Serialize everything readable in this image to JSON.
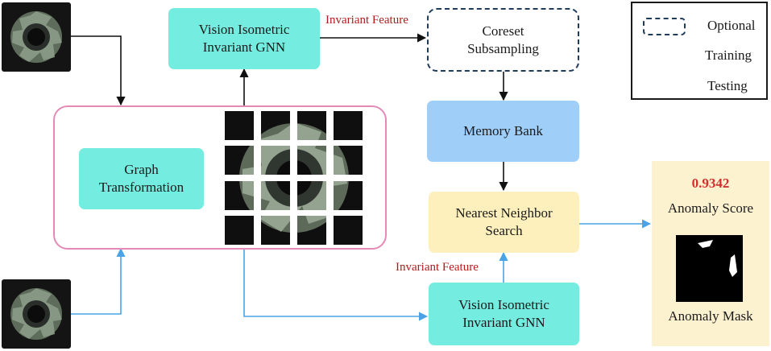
{
  "nodes": {
    "vig_top": {
      "line1": "Vision Isometric",
      "line2": "Invariant GNN"
    },
    "coreset": {
      "line1": "Coreset",
      "line2": "Subsampling"
    },
    "memory_bank": {
      "label": "Memory Bank"
    },
    "nns": {
      "line1": "Nearest Neighbor",
      "line2": "Search"
    },
    "graph_transformation": {
      "line1": "Graph",
      "line2": "Transformation"
    },
    "vig_bottom": {
      "line1": "Vision Isometric",
      "line2": "Invariant GNN"
    }
  },
  "edge_labels": {
    "top": "Invariant Feature",
    "bottom": "Invariant Feature"
  },
  "legend": {
    "optional": "Optional",
    "training": "Training",
    "testing": "Testing"
  },
  "output": {
    "score_value": "0.9342",
    "score_label": "Anomaly Score",
    "mask_label": "Anomaly Mask"
  },
  "colors": {
    "training_arrow": "#111111",
    "testing_arrow": "#4aa3e6",
    "gnn_fill": "#74ede0",
    "memory_fill": "#9fcff9",
    "search_fill": "#fdf0bd",
    "container_border": "#e58ab8",
    "score_color": "#d32f2f",
    "label_color": "#b01c1c"
  }
}
